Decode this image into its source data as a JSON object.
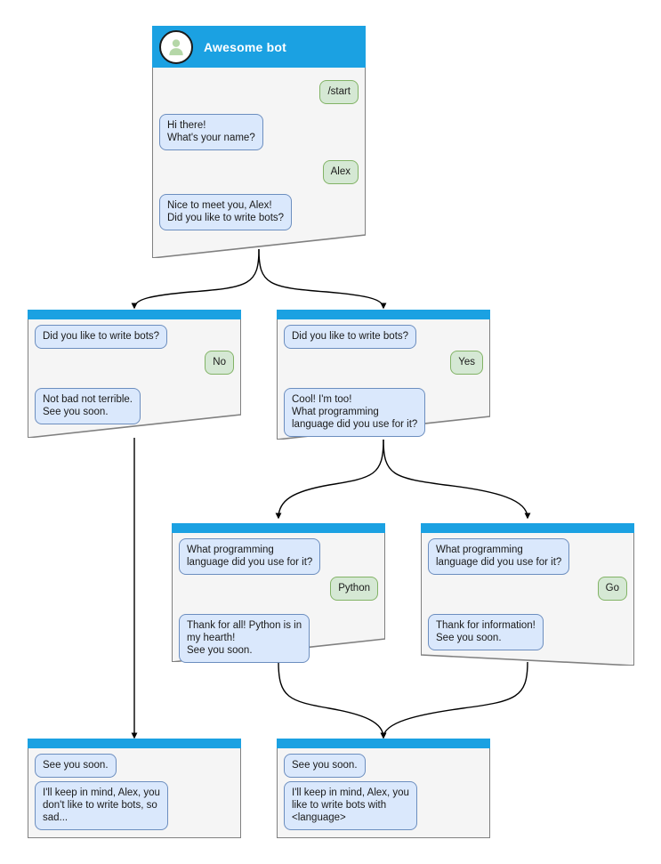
{
  "theme": {
    "titlebar_color": "#1ba1e2",
    "node_bg": "#f5f5f5",
    "node_border": "#808080",
    "bot_bubble_bg": "#dae8fc",
    "bot_bubble_border": "#6c8ebf",
    "user_bubble_bg": "#d5e8d4",
    "user_bubble_border": "#82b366",
    "edge_color": "#000000",
    "canvas_bg": "#ffffff"
  },
  "root": {
    "title": "Awesome bot",
    "avatar_icon": "person-avatar-icon",
    "messages": [
      {
        "from": "user",
        "text": "/start"
      },
      {
        "from": "bot",
        "text": "Hi there!\nWhat's your name?"
      },
      {
        "from": "user",
        "text": "Alex"
      },
      {
        "from": "bot",
        "text": "Nice to meet you, Alex!\nDid you like to write bots?"
      }
    ]
  },
  "node_no": {
    "messages": [
      {
        "from": "bot",
        "text": "Did you like to write bots?"
      },
      {
        "from": "user",
        "text": "No"
      },
      {
        "from": "bot",
        "text": "Not bad not terrible.\nSee you soon."
      }
    ]
  },
  "node_yes": {
    "messages": [
      {
        "from": "bot",
        "text": "Did you like to write bots?"
      },
      {
        "from": "user",
        "text": "Yes"
      },
      {
        "from": "bot",
        "text": "Cool! I'm too!\nWhat programming\nlanguage did you use for it?"
      }
    ]
  },
  "node_python": {
    "messages": [
      {
        "from": "bot",
        "text": "What programming\nlanguage did you use for it?"
      },
      {
        "from": "user",
        "text": "Python"
      },
      {
        "from": "bot",
        "text": "Thank for all! Python is in\nmy hearth!\nSee you soon."
      }
    ]
  },
  "node_go": {
    "messages": [
      {
        "from": "bot",
        "text": "What programming\nlanguage did you use for it?"
      },
      {
        "from": "user",
        "text": "Go"
      },
      {
        "from": "bot",
        "text": "Thank for information!\nSee you soon."
      }
    ]
  },
  "node_end_sad": {
    "messages": [
      {
        "from": "bot",
        "text": "See you soon."
      },
      {
        "from": "bot",
        "text": "I'll keep in mind, Alex, you\ndon't like to write bots, so\nsad..."
      }
    ]
  },
  "node_end_happy": {
    "messages": [
      {
        "from": "bot",
        "text": "See you soon."
      },
      {
        "from": "bot",
        "text": "I'll keep in mind, Alex, you\nlike to write bots with\n<language>"
      }
    ]
  }
}
